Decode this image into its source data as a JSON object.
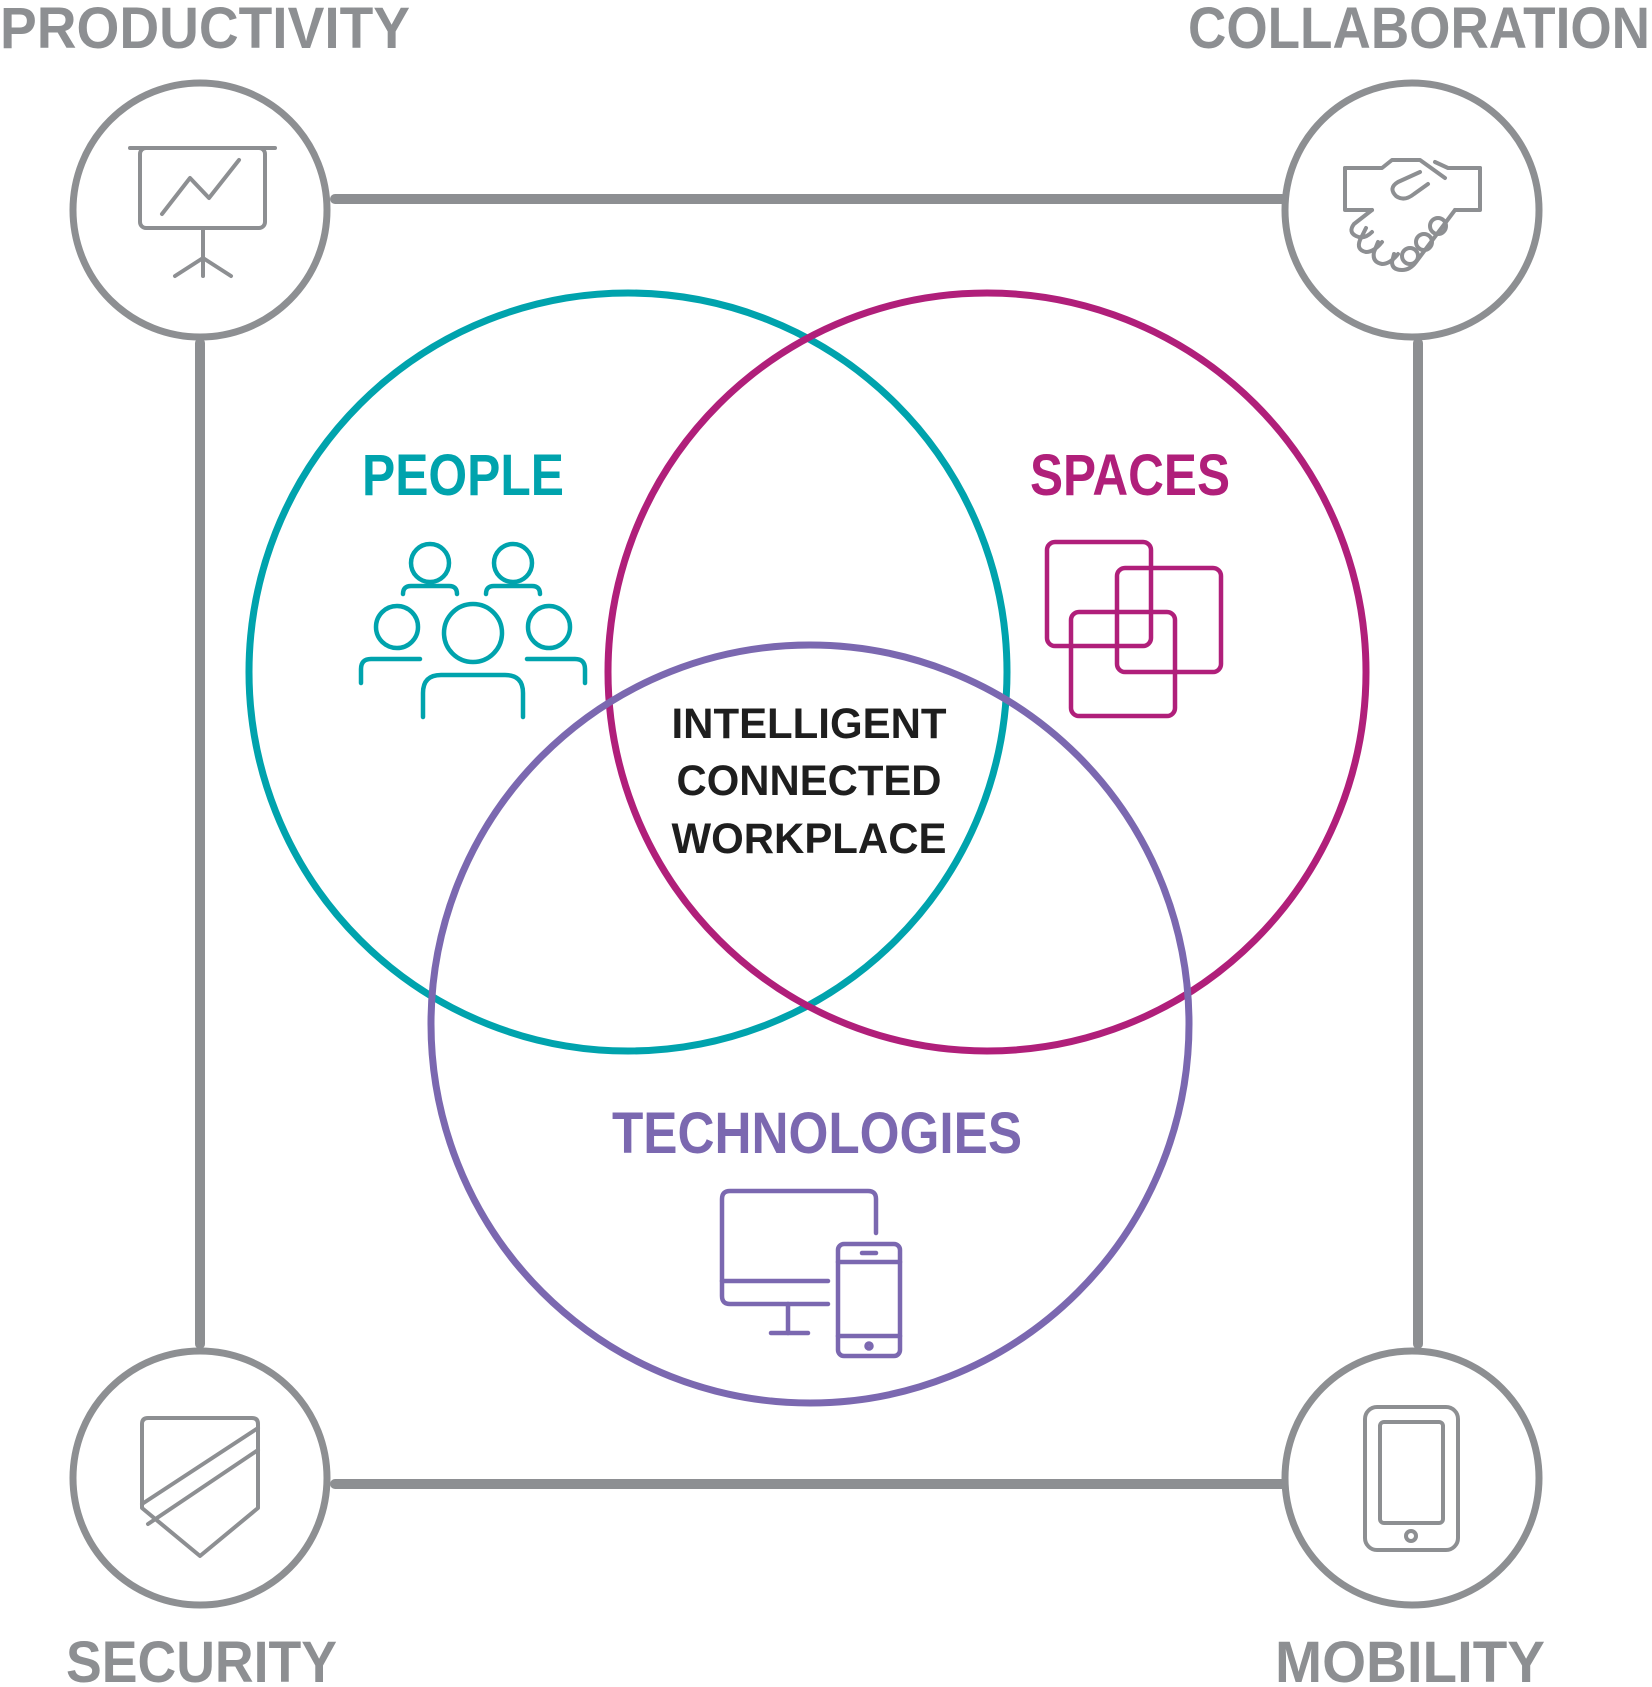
{
  "corners": {
    "productivity": {
      "label": "PRODUCTIVITY",
      "icon": "presentation-chart-icon"
    },
    "collaboration": {
      "label": "COLLABORATION",
      "icon": "handshake-icon"
    },
    "security": {
      "label": "SECURITY",
      "icon": "shield-icon"
    },
    "mobility": {
      "label": "MOBILITY",
      "icon": "tablet-icon"
    }
  },
  "venn": {
    "people": {
      "label": "PEOPLE",
      "icon": "people-group-icon",
      "color": "#00a3ad"
    },
    "spaces": {
      "label": "SPACES",
      "icon": "overlapping-squares-icon",
      "color": "#b01f7a"
    },
    "technologies": {
      "label": "TECHNOLOGIES",
      "icon": "devices-icon",
      "color": "#7b68b0"
    }
  },
  "center": {
    "line1": "INTELLIGENT",
    "line2": "CONNECTED",
    "line3": "WORKPLACE"
  },
  "colors": {
    "frame": "#8d8f92",
    "center_text": "#1e1e1e"
  }
}
